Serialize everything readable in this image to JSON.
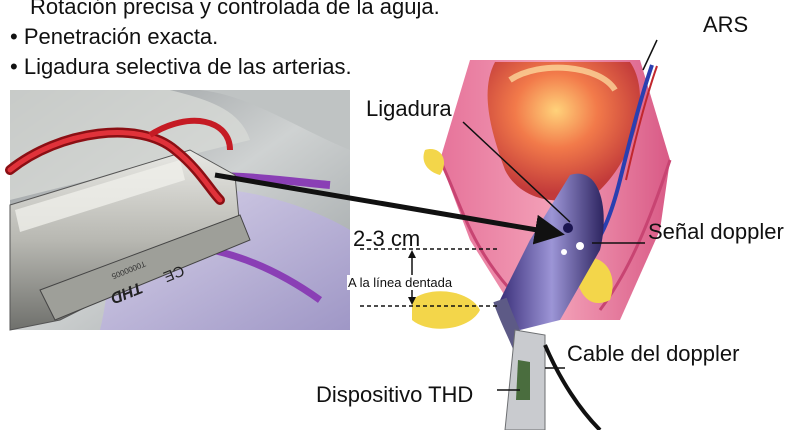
{
  "bullets": [
    "Rotación precisa y controlada de la aguja.",
    "Penetración exacta.",
    "Ligadura selectiva de las arterias."
  ],
  "labels": {
    "ars": "ARS",
    "ligadura": "Ligadura",
    "senal_doppler": "Señal doppler",
    "distance": "2-3 cm",
    "linea_dentada": "A la línea dentada",
    "cable_doppler": "Cable del doppler",
    "dispositivo": "Dispositivo THD"
  },
  "device_marking": {
    "brand": "THD",
    "ce": "CE",
    "serial": "T0000005"
  }
}
